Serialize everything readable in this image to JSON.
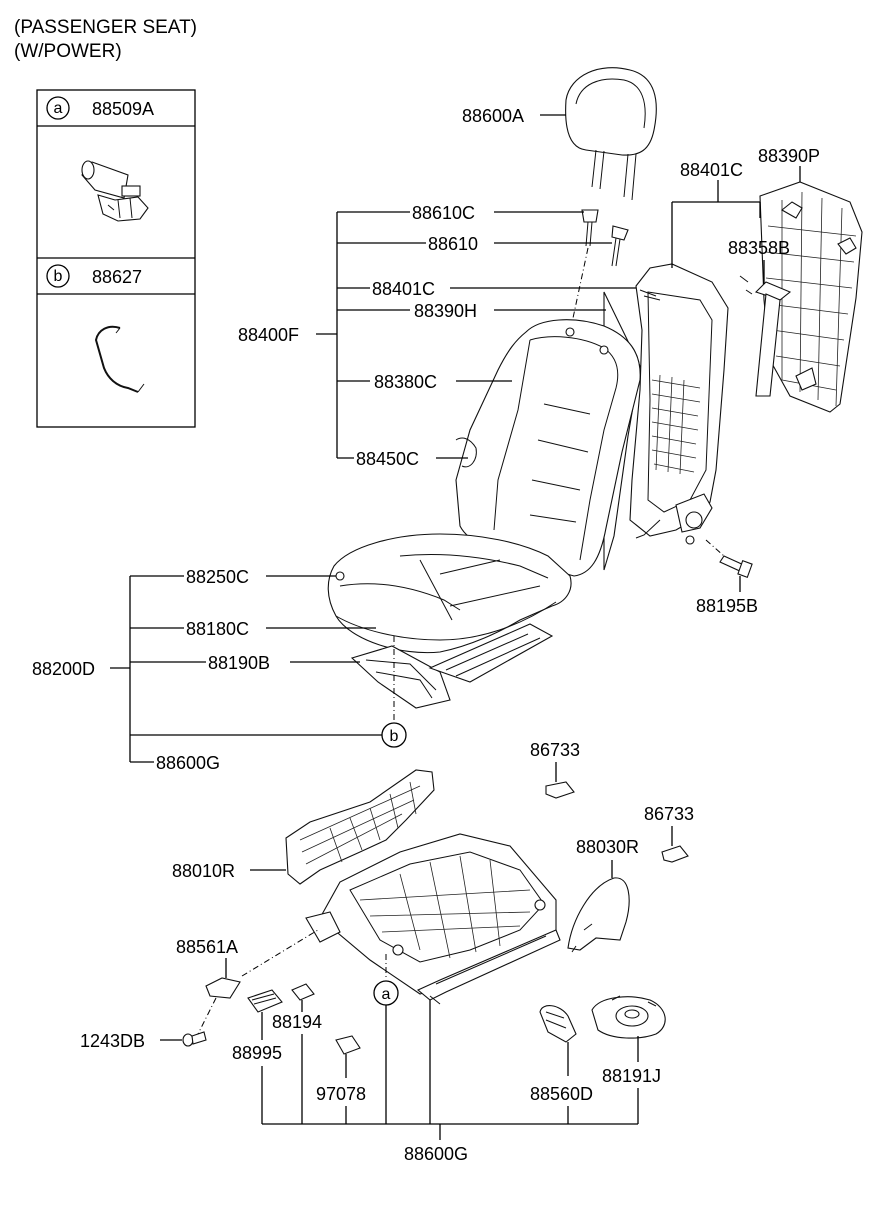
{
  "header": {
    "line1": "(PASSENGER SEAT)",
    "line2": "(W/POWER)"
  },
  "legend_box": {
    "entries": [
      {
        "marker": "a",
        "part_no": "88509A"
      },
      {
        "marker": "b",
        "part_no": "88627"
      }
    ]
  },
  "parts": {
    "p88600A": "88600A",
    "p88401C_top": "88401C",
    "p88390P": "88390P",
    "p88610C": "88610C",
    "p88610": "88610",
    "p88358B": "88358B",
    "p88401C": "88401C",
    "p88390H": "88390H",
    "p88400F": "88400F",
    "p88380C": "88380C",
    "p88450C": "88450C",
    "p88250C": "88250C",
    "p88195B": "88195B",
    "p88180C": "88180C",
    "p88200D": "88200D",
    "p88190B": "88190B",
    "p88600G_mid": "88600G",
    "p86733_a": "86733",
    "p86733_b": "86733",
    "p88030R": "88030R",
    "p88010R": "88010R",
    "p88561A": "88561A",
    "p1243DB": "1243DB",
    "p88194": "88194",
    "p88995": "88995",
    "p97078": "97078",
    "p88560D": "88560D",
    "p88191J": "88191J",
    "p88600G_bottom": "88600G"
  },
  "callouts": {
    "a": "a",
    "b": "b"
  }
}
